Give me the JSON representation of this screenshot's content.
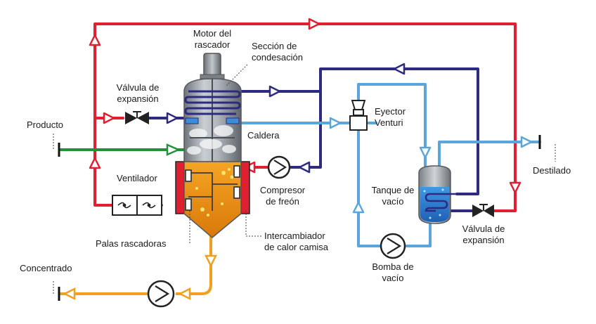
{
  "labels": {
    "motor_line1": "Motor del",
    "motor_line2": "rascador",
    "condensing_line1": "Sección de",
    "condensing_line2": "condesación",
    "valve_left_line1": "Válvula de",
    "valve_left_line2": "expansión",
    "product": "Producto",
    "boiler": "Caldera",
    "ejector_line1": "Eyector",
    "ejector_line2": "Venturi",
    "distillate": "Destilado",
    "fan": "Ventilador",
    "compressor_line1": "Compresor",
    "compressor_line2": "de freón",
    "tank_line1": "Tanque de",
    "tank_line2": "vacío",
    "valve_right_line1": "Válvula de",
    "valve_right_line2": "expansión",
    "blades": "Palas rascadoras",
    "exchanger_line1": "Intercambiador",
    "exchanger_line2": "de calor camisa",
    "pump_line1": "Bomba de",
    "pump_line2": "vacío",
    "concentrate": "Concentrado"
  },
  "colors": {
    "refrigerant_hot": "#e02030",
    "refrigerant_cold": "#2e2a80",
    "vacuum_line": "#5aa6dc",
    "product_line": "#22923a",
    "concentrate_line": "#f0a020",
    "vessel_gray": "#9aa0a6",
    "product_fill": "#e8900f",
    "tank_water": "#2f7fd0"
  }
}
